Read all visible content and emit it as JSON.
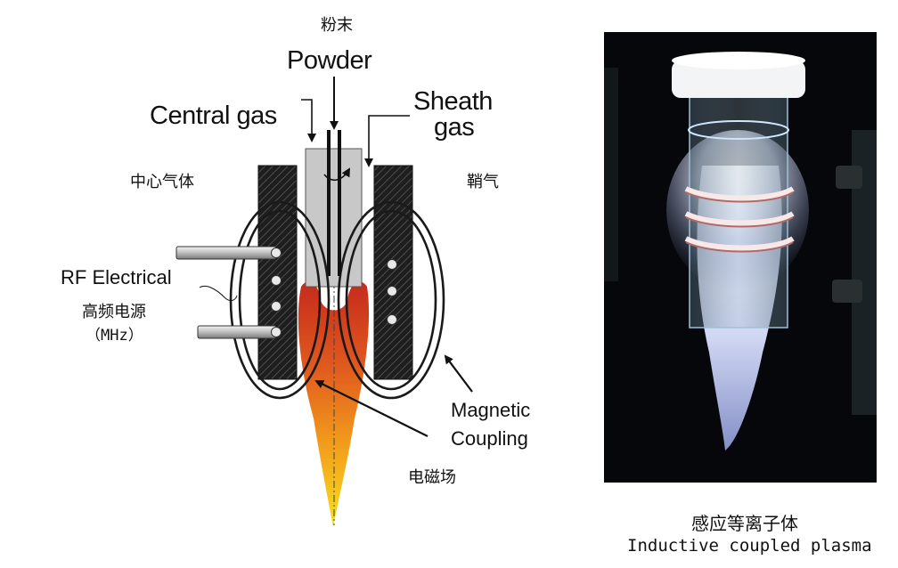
{
  "diagram": {
    "powder_zh": "粉末",
    "powder_en": "Powder",
    "central_gas_en": "Central gas",
    "central_gas_zh": "中心气体",
    "sheath_gas_en_line1": "Sheath",
    "sheath_gas_en_line2": "gas",
    "sheath_gas_zh": "鞘气",
    "rf_en": "RF Electrical",
    "rf_zh": "高频电源",
    "rf_unit": "（MHz）",
    "magnetic_line1": "Magnetic",
    "magnetic_line2": "Coupling",
    "em_field_zh": "电磁场"
  },
  "photo": {
    "caption_zh": "感应等离子体",
    "caption_en": "Inductive coupled plasma"
  },
  "colors": {
    "flame_top": "#c62a1d",
    "flame_mid": "#e8731f",
    "flame_tip": "#f7e21a",
    "block_fill": "#2b2b2b",
    "tube_fill": "#c8c8c8"
  }
}
